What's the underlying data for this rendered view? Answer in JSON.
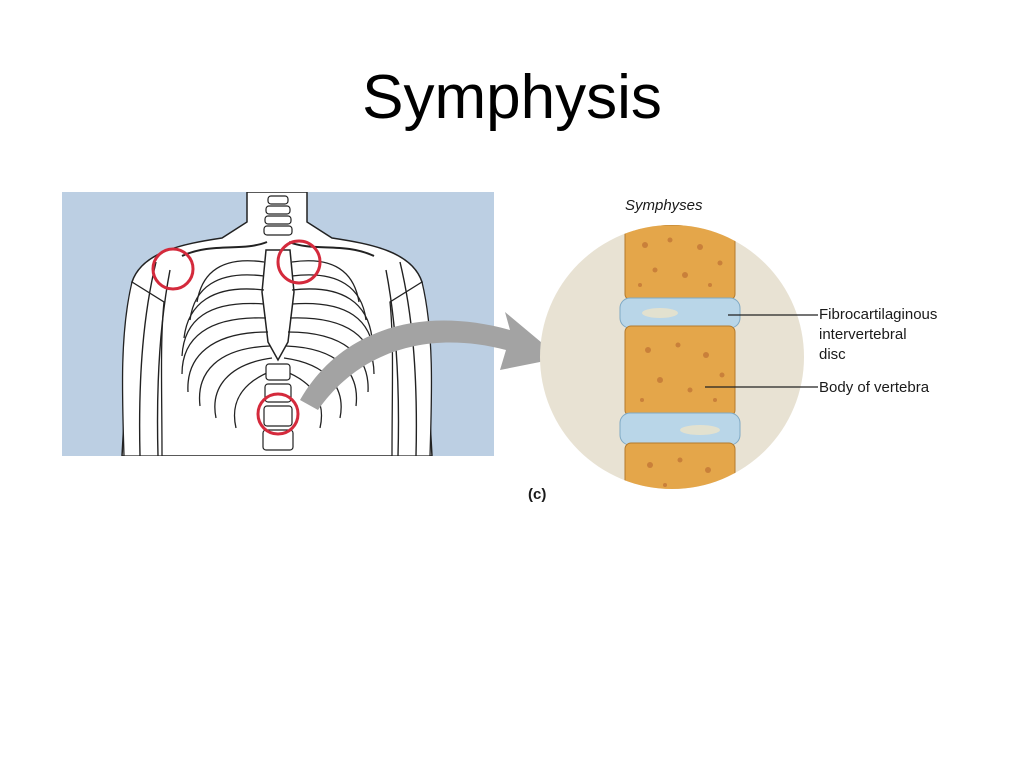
{
  "slide": {
    "title": "Symphysis"
  },
  "figure": {
    "heading": "Symphyses",
    "label_disc_line1": "Fibrocartilaginous",
    "label_disc_line2": "intervertebral",
    "label_disc_line3": "disc",
    "label_body": "Body of vertebra",
    "panel_letter": "(c)"
  },
  "colors": {
    "background_panel": "#bccfe3",
    "highlight_circle": "#d42a3c",
    "bone": "#e4a64a",
    "disc": "#b9d6e8",
    "inset_circle": "#e8e2d3",
    "arrow": "#a3a3a3"
  }
}
